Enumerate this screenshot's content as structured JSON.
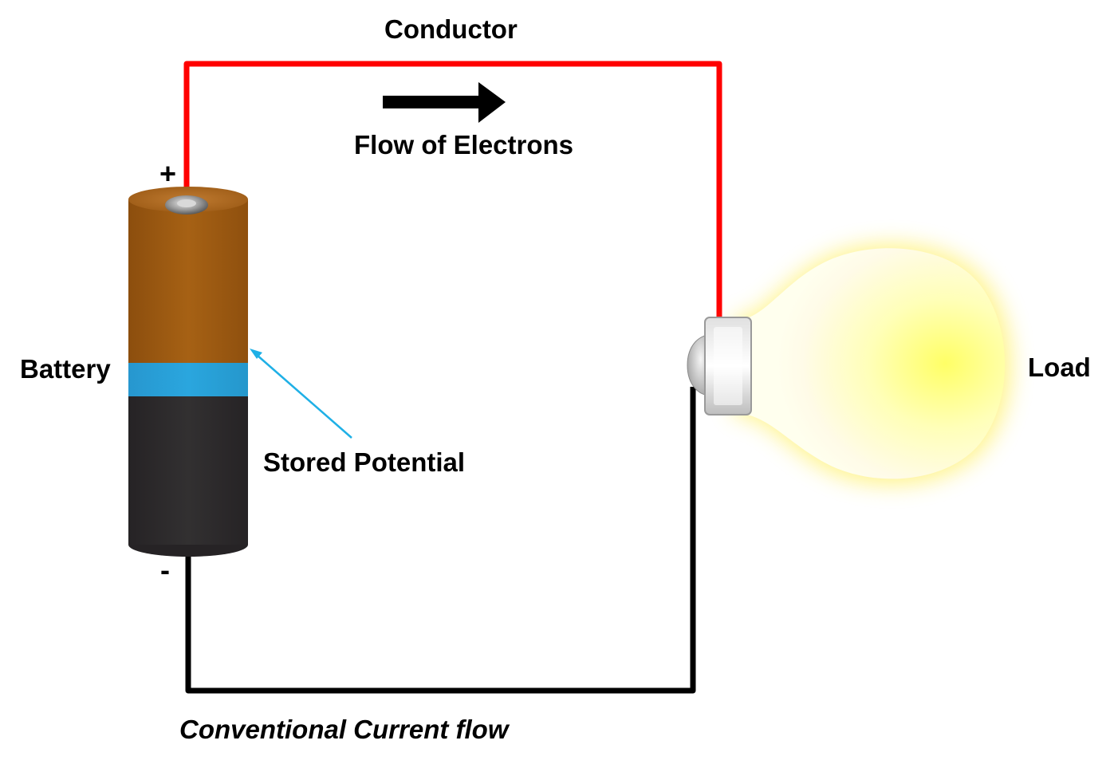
{
  "labels": {
    "conductor": "Conductor",
    "flow_of_electrons": "Flow of Electrons",
    "positive_terminal": "+",
    "negative_terminal": "-",
    "battery": "Battery",
    "stored_potential": "Stored Potential",
    "load": "Load",
    "conventional_current": "Conventional Current flow"
  },
  "colors": {
    "conductor_wire": "#ff0000",
    "return_wire": "#000000",
    "battery_top": "#a05c12",
    "battery_band": "#29a3dc",
    "battery_bottom": "#2d2a2c",
    "pointer_arrow": "#1fb0e6",
    "bulb_glow": "#ffffa0"
  },
  "icons": {
    "electron_flow_arrow": "right-arrow-icon",
    "battery": "battery-icon",
    "load": "light-bulb-icon"
  }
}
